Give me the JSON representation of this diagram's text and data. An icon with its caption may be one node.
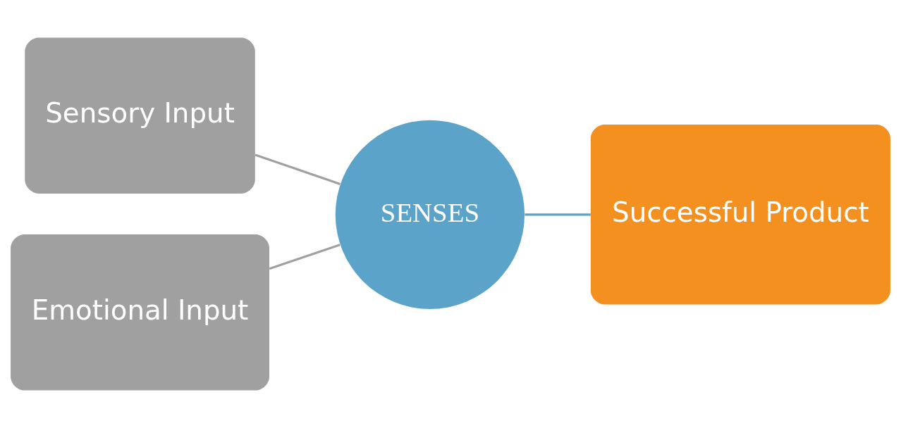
{
  "diagram": {
    "nodes": [
      {
        "text": [
          "Sensory Input"
        ]
      },
      {
        "text": [
          "Emotional Input"
        ]
      },
      {
        "text": [
          "SENSES"
        ]
      },
      {
        "text": [
          "Successful Product"
        ]
      }
    ],
    "edges": [
      {
        "from": 0,
        "to": 2,
        "arrow": "none"
      },
      {
        "from": 1,
        "to": 2,
        "arrow": "none"
      },
      {
        "from": 2,
        "to": 3,
        "arrow": "none",
        "color": "#5ba3c9"
      }
    ]
  }
}
